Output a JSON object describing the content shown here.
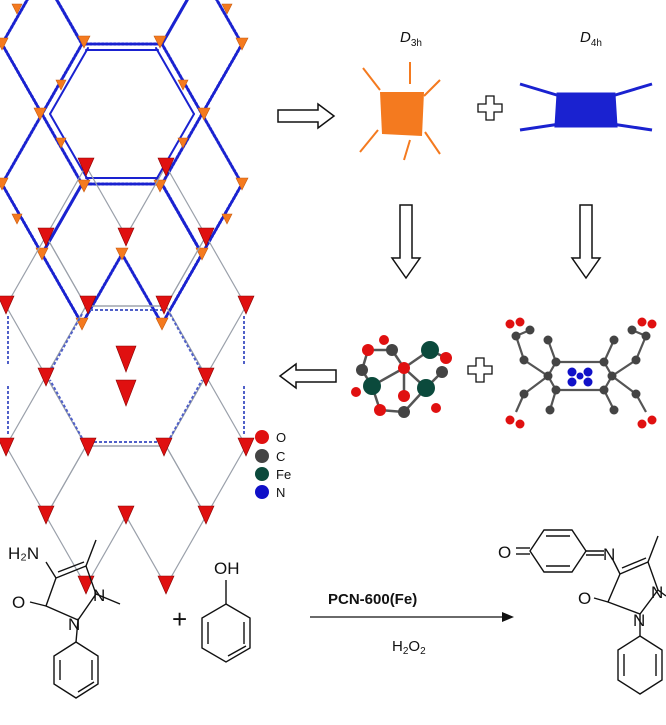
{
  "symmetry": {
    "left": {
      "main": "D",
      "sub": "3h"
    },
    "right": {
      "main": "D",
      "sub": "4h"
    }
  },
  "legend": [
    {
      "label": "O",
      "color": "#e01010"
    },
    {
      "label": "C",
      "color": "#444444"
    },
    {
      "label": "Fe",
      "color": "#0b4a3c"
    },
    {
      "label": "N",
      "color": "#1010c8"
    }
  ],
  "reaction": {
    "catalyst": "PCN-600(Fe)",
    "reagent_main": "H",
    "reagent_sub1": "2",
    "reagent_mid": "O",
    "reagent_sub2": "2",
    "reactant1_amino": "H₂N",
    "atom_o": "O",
    "atom_n": "N",
    "reactant2_oh": "OH",
    "plus": "+"
  },
  "colors": {
    "orange": "#f47a1f",
    "blue": "#1a22d0",
    "red": "#e01010"
  }
}
